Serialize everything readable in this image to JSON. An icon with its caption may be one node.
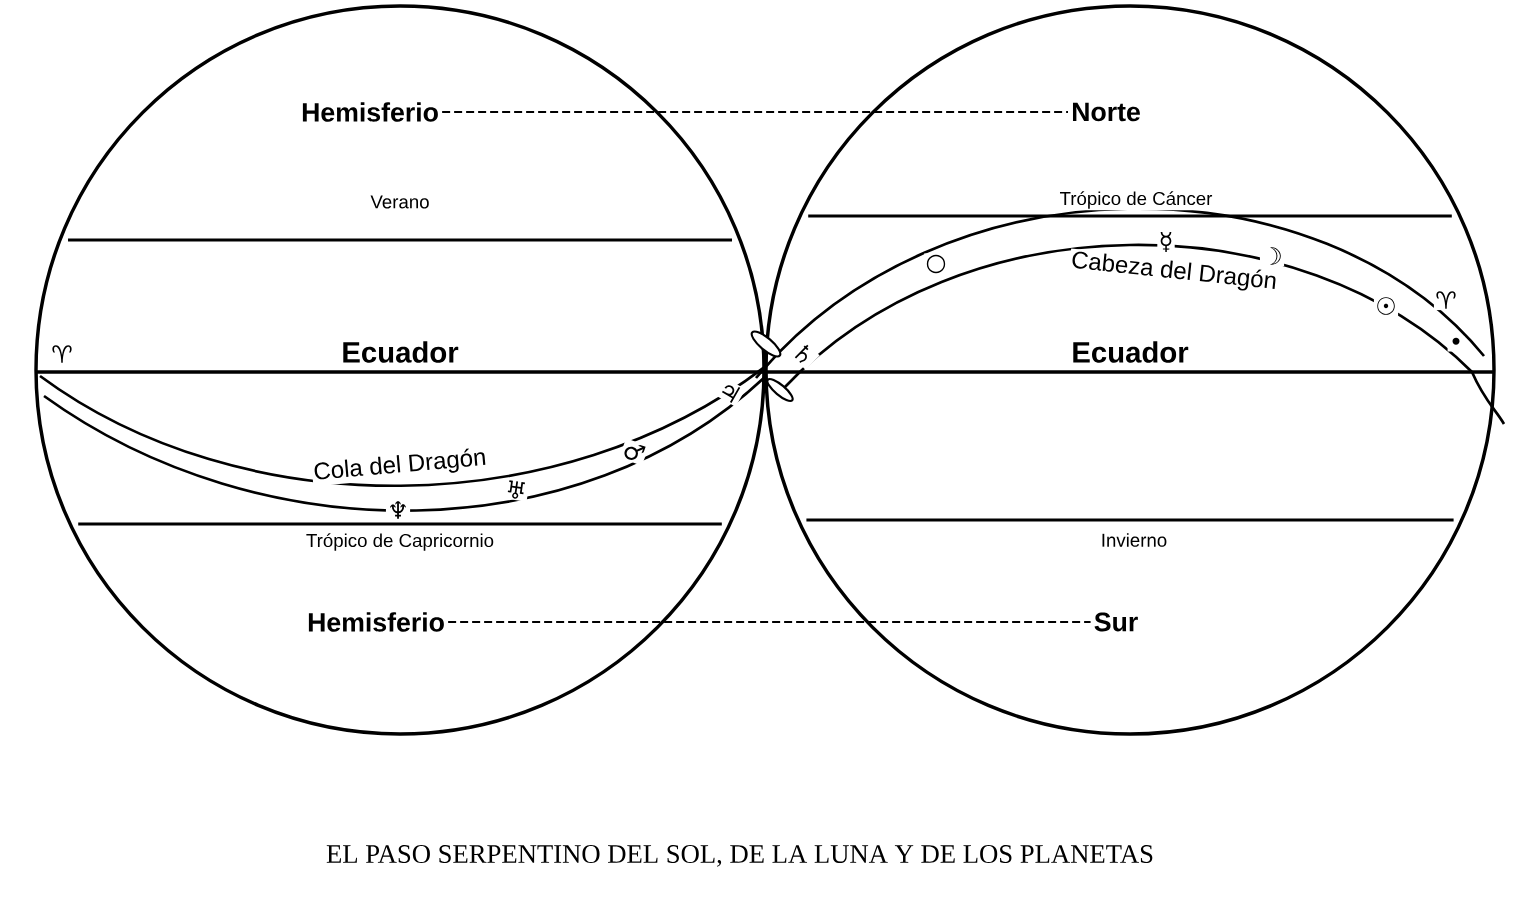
{
  "diagram": {
    "caption": "EL PASO SERPENTINO DEL SOL, DE LA LUNA Y DE LOS PLANETAS",
    "nodes": [
      {
        "text": [
          "Hemisferio"
        ]
      },
      {
        "text": [
          "Norte"
        ]
      },
      {
        "text": [
          "Hemisferio"
        ]
      },
      {
        "text": [
          "Sur"
        ]
      }
    ],
    "edges": [
      {
        "from": 0,
        "to": 1,
        "arrow": "none",
        "style": "dashed"
      },
      {
        "from": 2,
        "to": 3,
        "arrow": "none",
        "style": "dashed"
      }
    ],
    "labels": [
      "Verano",
      "Trópico de Cáncer",
      "☿",
      "○",
      "☽",
      "Cabeza del Dragón",
      "♈",
      "Ecuador",
      "♄",
      "Ecuador",
      "☉",
      "♈",
      "•",
      "♃",
      "♂",
      "Cola del Dragón",
      "♅",
      "♆",
      "Trópico de Capricornio",
      "Invierno"
    ]
  }
}
